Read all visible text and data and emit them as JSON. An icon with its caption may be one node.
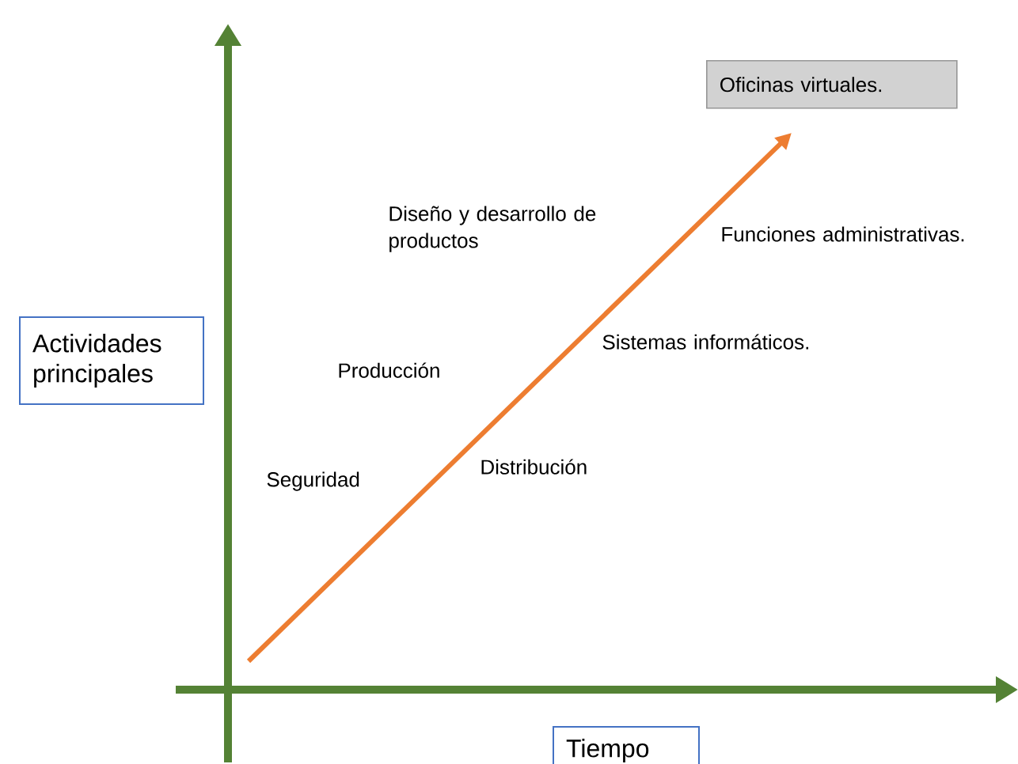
{
  "diagram": {
    "nodes": [
      {
        "text": [
          "Actividades principales"
        ]
      },
      {
        "text": [
          "Tiempo"
        ]
      },
      {
        "text": [
          "Oficinas virtuales."
        ]
      }
    ],
    "labels": [
      "Diseño y desarrollo de productos",
      "Funciones administrativas.",
      "Sistemas informáticos.",
      "Producción",
      "Seguridad",
      "Distribución"
    ]
  }
}
